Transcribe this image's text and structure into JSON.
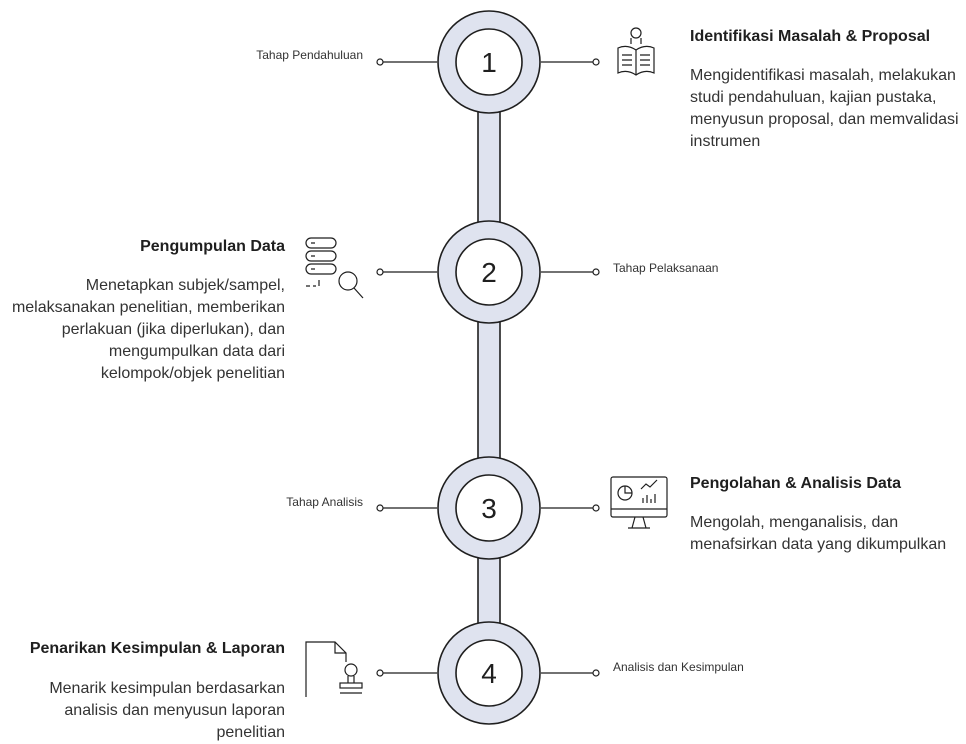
{
  "colors": {
    "track": "#dfe3ef",
    "ring": "#dfe3ef",
    "stroke": "#1f1f1f",
    "background": "#ffffff"
  },
  "steps": [
    {
      "number": "1",
      "stage": "Tahap Pendahuluan",
      "title": "Identifikasi Masalah & Proposal",
      "description": "Mengidentifikasi masalah, melakukan studi pendahuluan, kajian pustaka, menyusun proposal, dan memvalidasi instrumen",
      "icon": "book-reader-icon"
    },
    {
      "number": "2",
      "stage": "Tahap Pelaksanaan",
      "title": "Pengumpulan Data",
      "description": "Menetapkan subjek/sampel, melaksanakan penelitian, memberikan perlakuan (jika diperlukan), dan mengumpulkan data dari kelompok/objek penelitian",
      "icon": "database-search-icon"
    },
    {
      "number": "3",
      "stage": "Tahap Analisis",
      "title": "Pengolahan & Analisis Data",
      "description": "Mengolah, menganalisis, dan menafsirkan data yang dikumpulkan",
      "icon": "monitor-chart-icon"
    },
    {
      "number": "4",
      "stage": "Analisis dan Kesimpulan",
      "title": "Penarikan Kesimpulan & Laporan",
      "description": "Menarik kesimpulan berdasarkan analisis dan menyusun laporan penelitian",
      "icon": "document-stamp-icon"
    }
  ]
}
